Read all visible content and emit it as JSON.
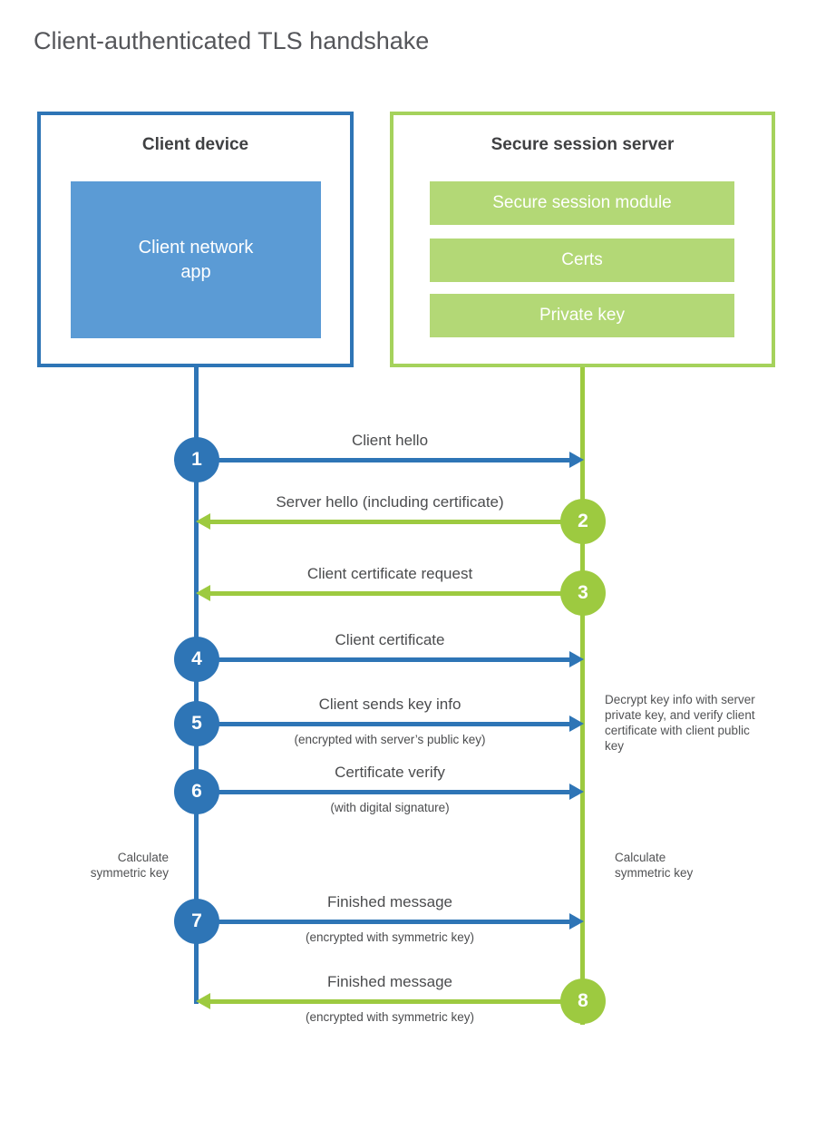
{
  "title": "Client-authenticated TLS handshake",
  "colors": {
    "blue_accent": "#2e75b6",
    "blue_fill": "#5b9bd5",
    "green_accent": "#9dca40",
    "green_border": "#a5d25c",
    "green_fill": "#b3d876",
    "text_dark": "#3f4042",
    "text_gray": "#55565a"
  },
  "client": {
    "title": "Client device",
    "app_label": "Client network app"
  },
  "server": {
    "title": "Secure session server",
    "modules": [
      "Secure session module",
      "Certs",
      "Private key"
    ]
  },
  "steps": [
    {
      "num": "1",
      "direction": "right",
      "from": "client",
      "label": "Client hello",
      "sublabel": ""
    },
    {
      "num": "2",
      "direction": "left",
      "from": "server",
      "label": "Server hello (including certificate)",
      "sublabel": ""
    },
    {
      "num": "3",
      "direction": "left",
      "from": "server",
      "label": "Client certificate request",
      "sublabel": ""
    },
    {
      "num": "4",
      "direction": "right",
      "from": "client",
      "label": "Client certificate",
      "sublabel": ""
    },
    {
      "num": "5",
      "direction": "right",
      "from": "client",
      "label": "Client sends key info",
      "sublabel": "(encrypted with server’s public key)"
    },
    {
      "num": "6",
      "direction": "right",
      "from": "client",
      "label": "Certificate verify",
      "sublabel": "(with digital signature)"
    },
    {
      "num": "7",
      "direction": "right",
      "from": "client",
      "label": "Finished message",
      "sublabel": "(encrypted with symmetric key)"
    },
    {
      "num": "8",
      "direction": "left",
      "from": "server",
      "label": "Finished message",
      "sublabel": "(encrypted with symmetric key)"
    }
  ],
  "notes": {
    "decrypt": "Decrypt key info with server private key, and verify client certificate with client public key",
    "calc_left": "Calculate symmetric key",
    "calc_right": "Calculate symmetric key"
  }
}
